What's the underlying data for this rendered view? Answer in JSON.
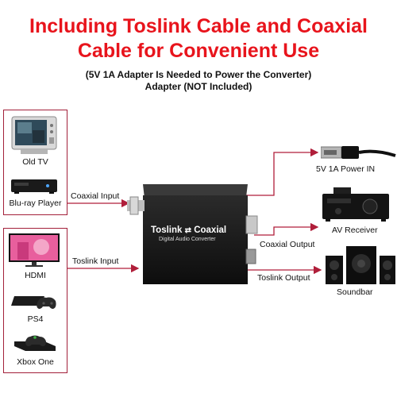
{
  "header": {
    "title_line1": "Including Toslink Cable and Coaxial",
    "title_line2": "Cable for Convenient Use",
    "note_line1": "(5V 1A Adapter Is Needed to Power the Converter)",
    "note_line2": "Adapter (NOT Included)"
  },
  "inputs_coaxial": {
    "devices": [
      "Old TV",
      "Blu-ray Player"
    ],
    "cable_label": "Coaxial Input"
  },
  "inputs_optical": {
    "devices": [
      "HDMI",
      "PS4",
      "Xbox One"
    ],
    "cable_label": "Toslink Input"
  },
  "converter": {
    "brand_left": "Toslink",
    "brand_right": "Coaxial",
    "subtitle": "Digital Audio Converter"
  },
  "outputs": {
    "power_label": "5V 1A Power IN",
    "receiver_label": "AV Receiver",
    "coaxial_output_label": "Coaxial Output",
    "toslink_output_label": "Toslink Output",
    "soundbar_label": "Soundbar"
  },
  "colors": {
    "headline": "#e8141c",
    "line": "#b01e3a",
    "box_border": "#a3203a"
  }
}
